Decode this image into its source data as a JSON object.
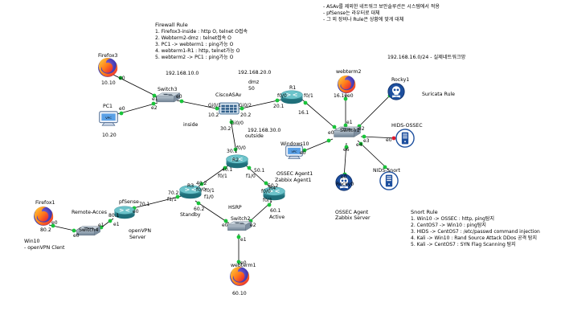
{
  "top_notes": [
    "- ASAv를 제외한 네트워크 보안솔루션은 시스템에서 적용",
    "- pfSense는 라우터로 대체",
    "- 그 외 장비나 Rule은 상황에 맞게 대체"
  ],
  "firewall_rule": {
    "title": "Firewall Rule",
    "items": [
      "1. Firefox3-inside : http O, telnet O접속",
      "2. Webterm2-dmz : telnet접속 O",
      "3. PC1 -> webterm1 : ping가능 O",
      "4. webterm1-R1 : http, telnet가능 O",
      "5. webterm2 -> PC1 : ping가능 O"
    ]
  },
  "snort_rule": {
    "title": "Snort Rule",
    "items": [
      "1. Win10 -> OSSEC : http, ping탐지",
      "2. CentOS7 -> Win10 : ping탐지",
      "3. HIDS -> CentOS7 : /etc/passwd command injection",
      "4. Kali -> Win10 : Rand Source Attack DDos 공격 탐지",
      "5. Kali -> CentOS7 : SYN Flag Scanning 탐지"
    ]
  },
  "networks": {
    "net10": "192.168.10.0",
    "net20": "192.168.20.0",
    "net30": "192.168.30.0",
    "net16": "192.168.16.0/24 - 실제네트워크망",
    "dmz": "dmz",
    "dmz_num": "50",
    "inside": "inside",
    "outside": "outside"
  },
  "devices": {
    "firefox3": {
      "name": "Firefox3",
      "ip": "10.10"
    },
    "pc1": {
      "name": "PC1",
      "ip": "10.20"
    },
    "switch3": {
      "name": "Switch3"
    },
    "asav": {
      "name": "CiscoASAv"
    },
    "r1": {
      "name": "R1"
    },
    "r2": {
      "name": "R2"
    },
    "r3": {
      "name": "R3",
      "role": "Standby"
    },
    "r4": {
      "name": "R4",
      "role": "Active"
    },
    "webterm2": {
      "name": "webterm2"
    },
    "rocky1": {
      "name": "Rocky1"
    },
    "suricata": {
      "name": "Suricata Rule"
    },
    "hids": {
      "name": "HIDS-OSSEC"
    },
    "switch1": {
      "name": "Switch1"
    },
    "windows10": {
      "name": "Windows10"
    },
    "rocky0": {
      "name": "Rocky0",
      "label1": "OSSEC Agent",
      "label2": "Zabbix Server"
    },
    "nids": {
      "name": "NIDS-Snort"
    },
    "ossec_agent1": {
      "line1": "OSSEC Agent1",
      "line2": "Zabbix Agent1"
    },
    "firefox1": {
      "name": "Firefox1",
      "ip": "80.2"
    },
    "win10vpn": {
      "line1": "Win10",
      "line2": "- openVPN Clent"
    },
    "switch4": {
      "name": "Switch4"
    },
    "remote": {
      "name": "Remote-Acces"
    },
    "pfsense": {
      "name": "pfSense",
      "sub1": "openVPN",
      "sub2": "Server"
    },
    "hsrp": {
      "name": "HSRP"
    },
    "switch2": {
      "name": "Switch2"
    },
    "webterm1": {
      "name": "webterm1",
      "ip": "60.10"
    }
  },
  "iface_labels": {
    "sw3_e0": "e0",
    "sw3_e1": "e1",
    "sw3_e2": "e2",
    "ff3_e0": "e0",
    "pc1_e0": "e0",
    "asav_g0_1": "Gi0/1",
    "asav_g0_2": "Gi0/2",
    "asav_g0_0": "Gi0/0",
    "asav_ip_102": "10.2",
    "asav_ip_202": "20.2",
    "asav_ip_302": "30.2",
    "r1_ip_201": "20.1",
    "r1_ip_161": "16.1",
    "r1_f00": "f0/0",
    "r1_f01": "f0/1",
    "r2_ip_301": "30.1",
    "r2_ip_401": "40.1",
    "r2_ip_501": "50.1",
    "r2_f00": "f0/0",
    "r2_f01": "f0/1",
    "r2_f10": "f1/0",
    "r3_ip_402": "40.2",
    "r3_ip_702": "70.2",
    "r3_ip_602": "60.2",
    "r3_f00": "f0/0",
    "r3_f01": "f0/1",
    "r3_f10": "f1/0",
    "r3_f11": "f1/1",
    "r4_ip_502": "50.2",
    "r4_ip_601": "60.1",
    "r4_f00": "f0/0",
    "r4_f01": "f0/1",
    "wt2_ip": "16.10",
    "wt2_e0": "e0",
    "sw1_e0": "e0",
    "sw1_e1": "e1",
    "sw1_e2": "e2",
    "sw1_e3": "e3",
    "sw1_e4": "e4",
    "sw1_e5": "e5",
    "sw1_e6": "e6",
    "win10_e0": "e0",
    "rocky0_e0": "e0",
    "hids_e0": "e0",
    "ff1_e0": "e0",
    "sw4_e0": "e0",
    "sw4_e1": "e1",
    "pf_ip_801": "80.1",
    "pf_ip_701": "70.1",
    "pf_e0": "e0",
    "pf_e1": "e1",
    "sw2_e0": "e0",
    "sw2_e1": "e1",
    "sw2_e2": "e2",
    "wt1_e0": "e0"
  }
}
